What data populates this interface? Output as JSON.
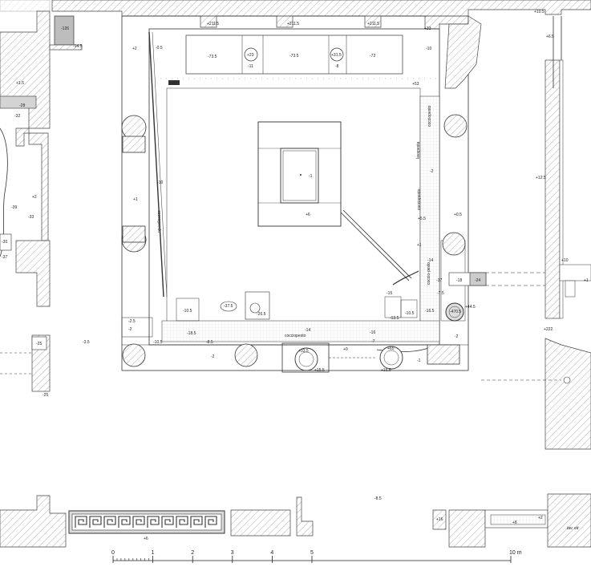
{
  "labels": {
    "l01": "+211.5",
    "l02": "+211.5",
    "l03": "+211.5",
    "l04": "+33",
    "l05": "+10.5",
    "l06": "-126",
    "l07": "-14.5",
    "l08": "+2",
    "l09": "-0.5",
    "l10": "-73.5",
    "l11": "+23",
    "l12": "-11",
    "l13": "-73.5",
    "l14": "+31.5",
    "l15": "-8",
    "l16": "-72",
    "l17": "-10",
    "l18": "+6.5",
    "l19": "+1.5",
    "l20": "-28",
    "l21": "-32",
    "l22": "+51",
    "l23": "+53",
    "l24": "-39",
    "l25": "+2",
    "l26": "-33",
    "l27": "-10",
    "l28": "+1",
    "l29": "-1",
    "l30": "+6",
    "l31": "+12.5",
    "l32": "-2",
    "l33": "+5.5",
    "l34": "+0.5",
    "l35": "-30",
    "l36": "-37",
    "l37": "+1",
    "l38": "-14",
    "l39": "+10",
    "l40": "-17",
    "l41": "-18",
    "l42": "-24",
    "l43": "+1",
    "l44": "-7.5",
    "l45": "-15",
    "l46": "-10.5",
    "l47": "-37.5",
    "l48": "-26.5",
    "l49": "-13.5",
    "l50": "-10.5",
    "l51": "-16.5",
    "l52": "-470.5",
    "l53": "+44.5",
    "l54": "-2.5",
    "l55": "-2",
    "l56": "-18.5",
    "l57": "-14",
    "l58": "-16",
    "l59": "+222",
    "l60": "-2",
    "l61": "-25",
    "l62": "-3.5",
    "l63": "-10.5",
    "l64": "-8.5",
    "l65": "-2",
    "l66": "+33.5",
    "l67": "+0",
    "l68": "+65",
    "l69": "-7",
    "l70": "-1",
    "l71": "+15.5",
    "l72": "+15.5",
    "l73": "-25",
    "l74": "-8.5",
    "l75": "+6",
    "l76": "+16",
    "l77": "+8",
    "l78": "+2",
    "l79": "tav. eit"
  },
  "materials": {
    "m1": "cocciopesto",
    "m2": "cocciopesto",
    "m3": "lavapesta",
    "m4": "cocciopesto",
    "m5": "opusdicocco",
    "m6": "coccio-pesto"
  },
  "scale": {
    "ticks": [
      "0",
      "1",
      "2",
      "3",
      "4",
      "5",
      "10 m"
    ],
    "meters": [
      0,
      1,
      2,
      3,
      4,
      5,
      10
    ]
  }
}
